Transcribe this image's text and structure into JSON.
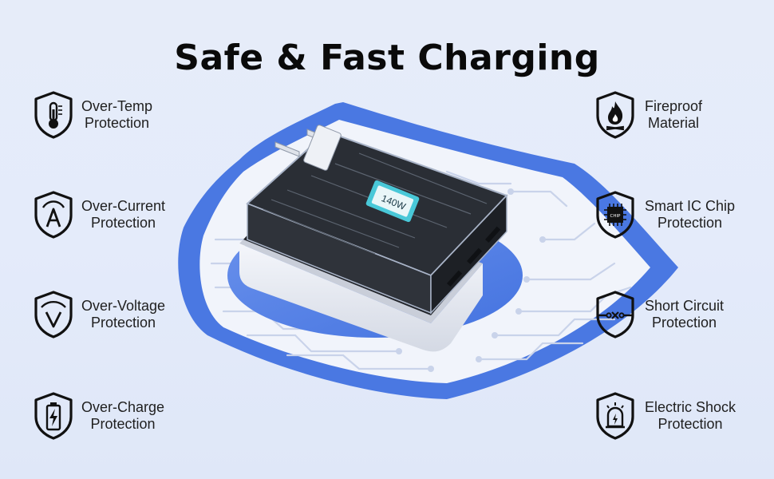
{
  "title": "Safe & Fast Charging",
  "left_features": [
    {
      "line1": "Over-Temp",
      "line2": "Protection",
      "icon": "thermometer-icon"
    },
    {
      "line1": "Over-Current",
      "line2": "Protection",
      "icon": "current-a-icon"
    },
    {
      "line1": "Over-Voltage",
      "line2": "Protection",
      "icon": "voltage-v-icon"
    },
    {
      "line1": "Over-Charge",
      "line2": "Protection",
      "icon": "battery-bolt-icon"
    }
  ],
  "right_features": [
    {
      "line1": "Fireproof",
      "line2": "Material",
      "icon": "flame-icon"
    },
    {
      "line1": "Smart IC Chip",
      "line2": "Protection",
      "icon": "chip-icon"
    },
    {
      "line1": "Short Circuit",
      "line2": "Protection",
      "icon": "short-circuit-icon"
    },
    {
      "line1": "Electric Shock",
      "line2": "Protection",
      "icon": "shock-alarm-icon"
    }
  ],
  "product": {
    "chip_label": "140W",
    "chip_icon_text": "CHIP"
  },
  "colors": {
    "shield_blue": "#4f7de6",
    "charger_dark": "#1e2126",
    "chip_teal": "#49c8d8",
    "icon_black": "#111111"
  }
}
